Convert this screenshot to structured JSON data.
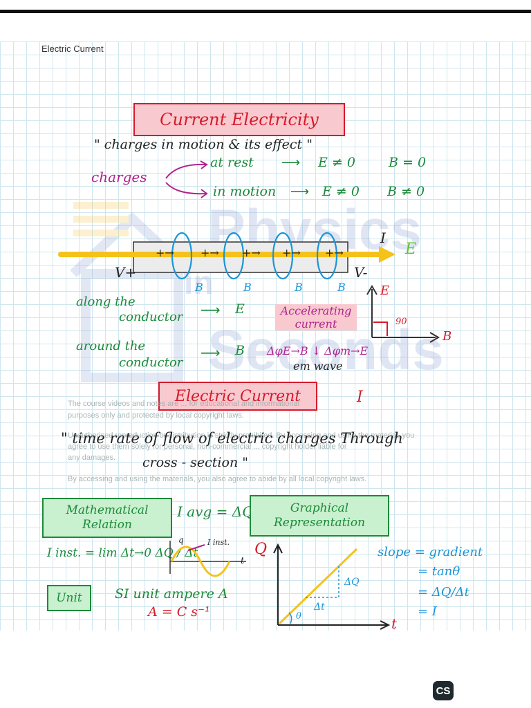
{
  "page": {
    "label": "Electric Current"
  },
  "watermark": {
    "line1": "Physics",
    "line2": "in",
    "line3": "Seconds"
  },
  "disclaimer": {
    "line1": "The course videos and notes are ... for educational and informational",
    "line2": "purposes only and protected by local copyright laws.",
    "line3": "Unauthorised reproduction or distribution is strictly prohibited. By accessing and using the material, you",
    "line4": "agree to use them solely for personal, non-commercial ... copyright holder liable for",
    "line5": "any damages.",
    "line6": "By accessing and using the materials, you also agree to abide by all local copyright laws."
  },
  "section1": {
    "title": "Current Electricity",
    "subtitle": "\" charges in motion & its effect \"",
    "charges_label": "charges",
    "at_rest": "at rest",
    "at_rest_E": "E ≠ 0",
    "at_rest_B": "B = 0",
    "in_motion": "in motion",
    "in_motion_E": "E ≠ 0",
    "in_motion_B": "B ≠ 0"
  },
  "conductor": {
    "v_plus": "V+",
    "v_minus": "V-",
    "I_label": "I",
    "E_label": "E",
    "charges": [
      "+→",
      "+→",
      "+→",
      "+→",
      "+→"
    ],
    "b_labels": [
      "B",
      "B",
      "B",
      "B"
    ]
  },
  "fields": {
    "along_line1": "along the",
    "along_line2": "conductor",
    "along_arrow_label": "E",
    "around_line1": "around the",
    "around_line2": "conductor",
    "around_arrow_label": "B",
    "accelerating": "Accelerating current",
    "flux_eq": "ΔφE→B ↓ Δφm→E",
    "em_wave": "em wave",
    "axis_E": "E",
    "axis_B": "B",
    "angle": "90"
  },
  "section2": {
    "title": "Electric Current",
    "symbol": "I",
    "definition_line1": "\" time rate of flow of electric charges Through",
    "definition_line2": "cross - section \""
  },
  "math": {
    "box_label": "Mathematical Relation",
    "I_avg": "I avg = ΔQ / Δt",
    "I_inst": "I inst. = lim Δt→0 ΔQ / Δt",
    "mini_q": "q",
    "mini_t": "t",
    "mini_label": "I inst.",
    "unit_label": "Unit",
    "si_unit": "SI unit ampere A",
    "unit_eq": "A = C s⁻¹"
  },
  "graph": {
    "box_label": "Graphical Representation",
    "y_label": "Q",
    "x_label": "t",
    "dQ": "ΔQ",
    "dt": "Δt",
    "theta": "θ",
    "slope_lines": [
      "slope = gradient",
      "= tanθ",
      "= ΔQ/Δt",
      "= I"
    ]
  },
  "footer": {
    "badge": "CS"
  }
}
